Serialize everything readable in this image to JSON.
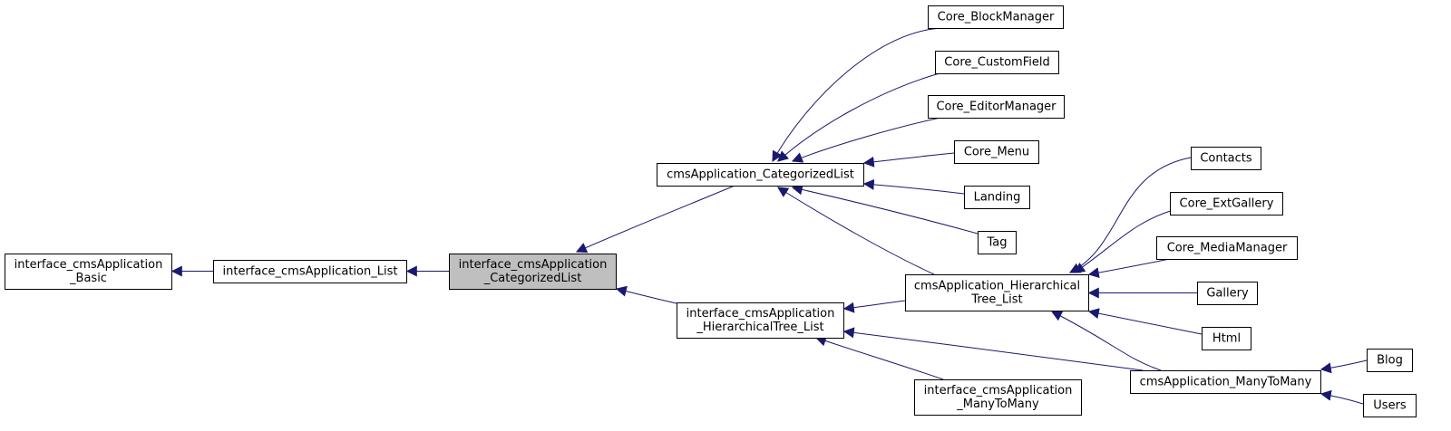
{
  "diagram": {
    "edge_color": "#191970",
    "highlight_fill": "#bfbfbf",
    "nodes": [
      {
        "id": "basic",
        "lines": [
          "interface_cmsApplication",
          "_Basic"
        ]
      },
      {
        "id": "list",
        "lines": [
          "interface_cmsApplication_List"
        ]
      },
      {
        "id": "catlist_iface",
        "lines": [
          "interface_cmsApplication",
          "_CategorizedList"
        ],
        "highlight": true
      },
      {
        "id": "catlist",
        "lines": [
          "cmsApplication_CategorizedList"
        ]
      },
      {
        "id": "htree_iface",
        "lines": [
          "interface_cmsApplication",
          "_HierarchicalTree_List"
        ]
      },
      {
        "id": "blockmgr",
        "lines": [
          "Core_BlockManager"
        ]
      },
      {
        "id": "customfield",
        "lines": [
          "Core_CustomField"
        ]
      },
      {
        "id": "editormgr",
        "lines": [
          "Core_EditorManager"
        ]
      },
      {
        "id": "menu",
        "lines": [
          "Core_Menu"
        ]
      },
      {
        "id": "landing",
        "lines": [
          "Landing"
        ]
      },
      {
        "id": "tag",
        "lines": [
          "Tag"
        ]
      },
      {
        "id": "htree",
        "lines": [
          "cmsApplication_Hierarchical",
          "Tree_List"
        ]
      },
      {
        "id": "m2m_iface",
        "lines": [
          "interface_cmsApplication",
          "_ManyToMany"
        ]
      },
      {
        "id": "contacts",
        "lines": [
          "Contacts"
        ]
      },
      {
        "id": "extgallery",
        "lines": [
          "Core_ExtGallery"
        ]
      },
      {
        "id": "mediamgr",
        "lines": [
          "Core_MediaManager"
        ]
      },
      {
        "id": "gallery",
        "lines": [
          "Gallery"
        ]
      },
      {
        "id": "html",
        "lines": [
          "Html"
        ]
      },
      {
        "id": "m2m",
        "lines": [
          "cmsApplication_ManyToMany"
        ]
      },
      {
        "id": "blog",
        "lines": [
          "Blog"
        ]
      },
      {
        "id": "users",
        "lines": [
          "Users"
        ]
      }
    ],
    "edges": [
      {
        "from": "list",
        "to": "basic"
      },
      {
        "from": "catlist_iface",
        "to": "list"
      },
      {
        "from": "catlist",
        "to": "catlist_iface"
      },
      {
        "from": "htree_iface",
        "to": "catlist_iface"
      },
      {
        "from": "blockmgr",
        "to": "catlist"
      },
      {
        "from": "customfield",
        "to": "catlist"
      },
      {
        "from": "editormgr",
        "to": "catlist"
      },
      {
        "from": "menu",
        "to": "catlist"
      },
      {
        "from": "landing",
        "to": "catlist"
      },
      {
        "from": "tag",
        "to": "catlist"
      },
      {
        "from": "htree",
        "to": "catlist"
      },
      {
        "from": "htree",
        "to": "htree_iface"
      },
      {
        "from": "m2m",
        "to": "htree_iface"
      },
      {
        "from": "m2m_iface",
        "to": "htree_iface"
      },
      {
        "from": "contacts",
        "to": "htree"
      },
      {
        "from": "extgallery",
        "to": "htree"
      },
      {
        "from": "mediamgr",
        "to": "htree"
      },
      {
        "from": "gallery",
        "to": "htree"
      },
      {
        "from": "html",
        "to": "htree"
      },
      {
        "from": "m2m",
        "to": "htree"
      },
      {
        "from": "blog",
        "to": "m2m"
      },
      {
        "from": "users",
        "to": "m2m"
      }
    ]
  }
}
